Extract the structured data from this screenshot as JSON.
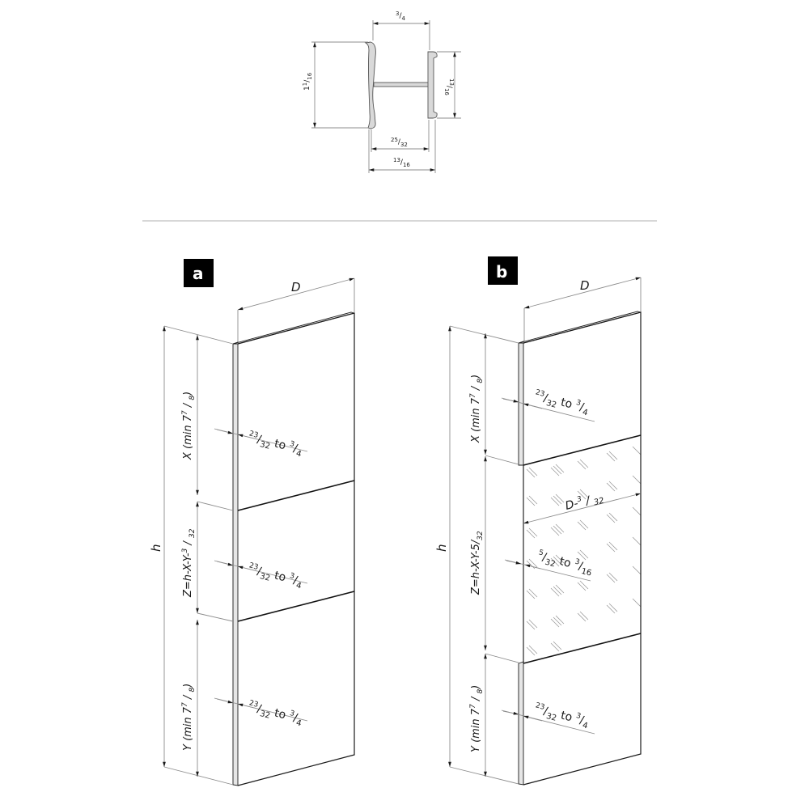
{
  "profile": {
    "dims": {
      "top_width": "3/4",
      "left_height": "1 1/16",
      "right_height": "13/16",
      "inner_width": "25/32",
      "overall_width": "13/16"
    }
  },
  "divider": {
    "color": "#bfbfbf"
  },
  "panel_a": {
    "badge": "a",
    "depth_label": "D",
    "height_label": "h",
    "sections": [
      {
        "name": "X",
        "label": "X (min 7 7/8)",
        "thickness": "23/32 to 3/4"
      },
      {
        "name": "Z",
        "label": "Z=h-X-Y-3/32",
        "thickness": "23/32 to 3/4"
      },
      {
        "name": "Y",
        "label": "Y (min 7 7/8)",
        "thickness": "23/32 to 3/4"
      }
    ]
  },
  "panel_b": {
    "badge": "b",
    "depth_label": "D",
    "height_label": "h",
    "glass_depth_label": "D-3/32",
    "sections": [
      {
        "name": "X",
        "label": "X (min 7 7/8)",
        "thickness": "23/32 to 3/4"
      },
      {
        "name": "Z",
        "label": "Z=h-X-Y-5/32",
        "thickness": "5/32 to 3/16",
        "material": "glass"
      },
      {
        "name": "Y",
        "label": "Y (min 7 7/8)",
        "thickness": "23/32 to 3/4"
      }
    ]
  }
}
